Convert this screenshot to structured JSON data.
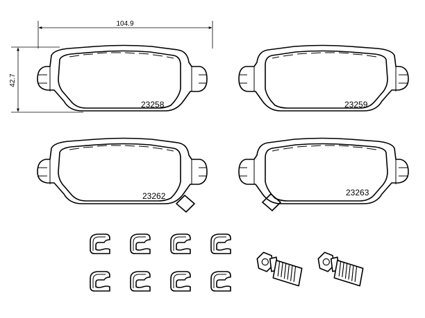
{
  "dimensions": {
    "width_label": "104.9",
    "height_label": "42.7"
  },
  "pads": [
    {
      "part_number": "23258"
    },
    {
      "part_number": "23259"
    },
    {
      "part_number": "23262"
    },
    {
      "part_number": "23263"
    }
  ],
  "accessories": {
    "clip_count": 8,
    "bolt_count": 2
  }
}
